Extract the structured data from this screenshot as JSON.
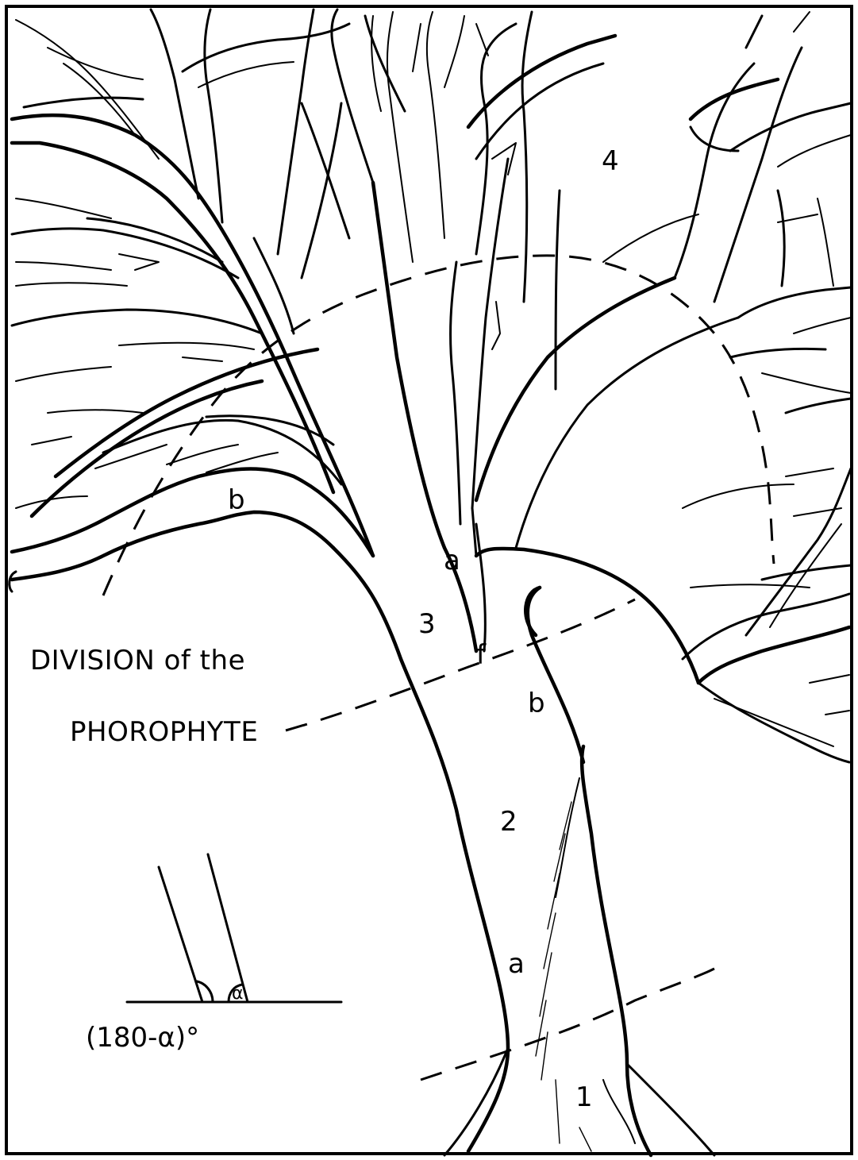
{
  "title": {
    "line1": "DIVISION of the",
    "line2": "PHOROPHYTE"
  },
  "zones": {
    "z1": "1",
    "z2": "2",
    "z3": "3",
    "z4": "4"
  },
  "subzones": {
    "trunk_a": "a",
    "trunk_b": "b",
    "fork_a": "a",
    "fork_f": "f",
    "branch_b": "b"
  },
  "angle": {
    "label": "(180-α)°",
    "alpha": "α"
  }
}
